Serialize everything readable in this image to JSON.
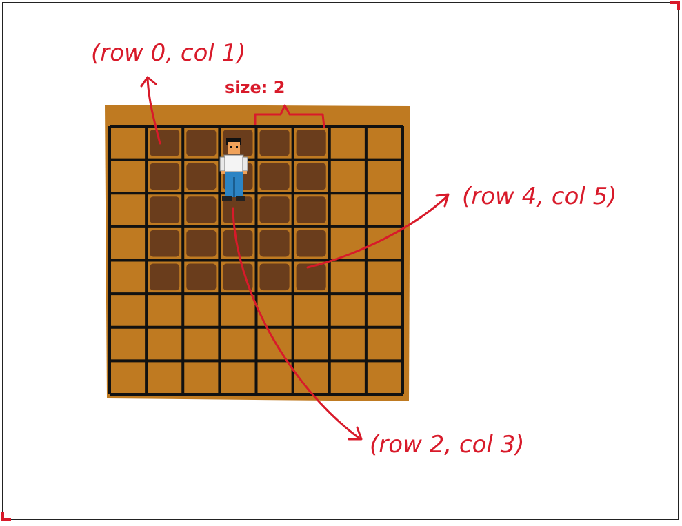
{
  "annotations": {
    "top_label": "(row 0,  col 1)",
    "size_label": "size: 2",
    "right_label": "(row 4, col 5)",
    "bottom_label": "(row 2, col 3)"
  },
  "grid": {
    "rows": 8,
    "cols": 8,
    "dirt_rows": [
      0,
      1,
      2,
      3,
      4
    ],
    "dirt_cols": [
      1,
      2,
      3,
      4,
      5
    ]
  },
  "colors": {
    "field": "#bf7a21",
    "dirt": "#6a3d1c",
    "grid_lines": "#111111",
    "annotation": "#d81a2a",
    "frame": "#222222"
  },
  "icons": [
    "farmer-character-icon"
  ]
}
